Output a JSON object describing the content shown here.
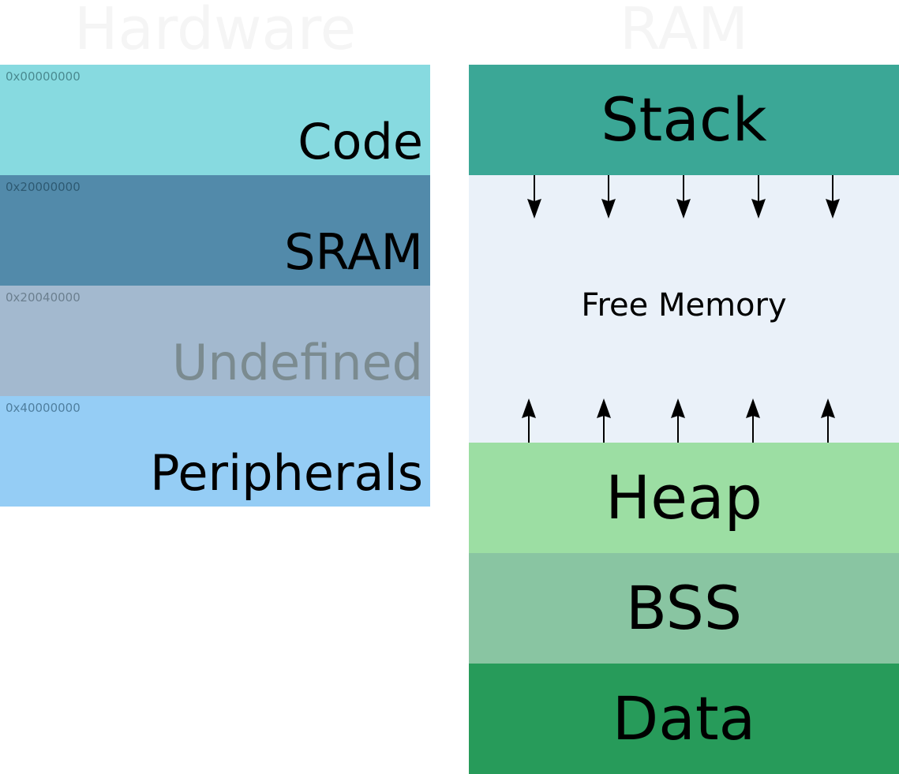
{
  "hardware": {
    "title": "Hardware",
    "regions": [
      {
        "address": "0x00000000",
        "label": "Code",
        "color": "#87dae0",
        "text_color": "#000000",
        "addr_color": "#4a8a90"
      },
      {
        "address": "0x20000000",
        "label": "SRAM",
        "color": "#528aaa",
        "text_color": "#000000",
        "addr_color": "#2e5a72"
      },
      {
        "address": "0x20040000",
        "label": "Undefined",
        "color": "#a3b9cf",
        "text_color": "#7b8b90",
        "addr_color": "#6b7f8f"
      },
      {
        "address": "0x40000000",
        "label": "Peripherals",
        "color": "#95cdf5",
        "text_color": "#000000",
        "addr_color": "#4f7f9f"
      }
    ]
  },
  "ram": {
    "title": "RAM",
    "stack": {
      "label": "Stack",
      "color": "#3ba796"
    },
    "free": {
      "label": "Free Memory",
      "color": "#eaf1f9"
    },
    "heap": {
      "label": "Heap",
      "color": "#9cdea3"
    },
    "bss": {
      "label": "BSS",
      "color": "#89c5a2"
    },
    "data": {
      "label": "Data",
      "color": "#279b5a"
    }
  }
}
